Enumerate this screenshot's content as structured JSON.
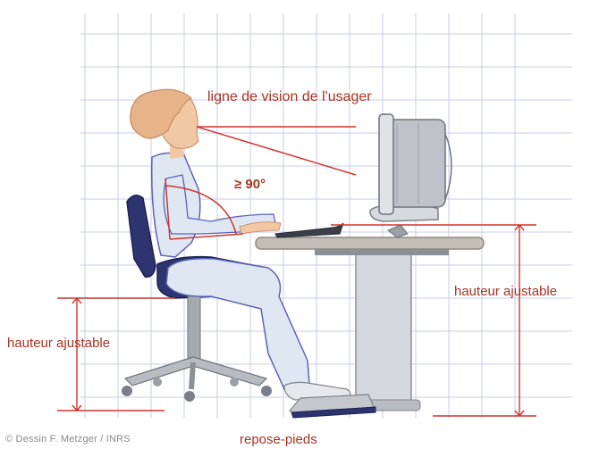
{
  "labels": {
    "line_of_sight": "ligne de vision  de l'usager",
    "angle": "≥ 90°",
    "desk_height": "hauteur ajustable",
    "chair_height": "hauteur ajustable",
    "footrest": "repose-pieds"
  },
  "credit": "© Dessin F. Metzger / INRS",
  "colors": {
    "grid": "#c9cde8",
    "label": "#a8331f",
    "dimension_line": "#d0352b",
    "chair": "#2d3470",
    "monitor": "#9aa0a6",
    "desk_top": "#c4bfb6",
    "clothing": "#dfe7f3",
    "outline": "#5964b8",
    "skin": "#f2c8a4",
    "hair": "#e7b48a"
  }
}
